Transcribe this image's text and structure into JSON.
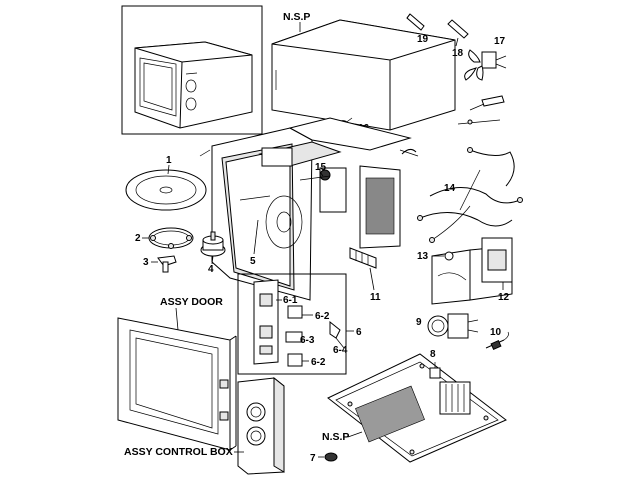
{
  "diagram": {
    "part_labels": {
      "p1": "1",
      "p2": "2",
      "p3": "3",
      "p4": "4",
      "p5": "5",
      "p6": "6",
      "p6_1": "6-1",
      "p6_2a": "6-2",
      "p6_2b": "6-2",
      "p6_3": "6-3",
      "p6_4": "6-4",
      "p7": "7",
      "p8": "8",
      "p9": "9",
      "p10": "10",
      "p11": "11",
      "p12": "12",
      "p13": "13",
      "p14": "14",
      "p15": "15",
      "p16": "16",
      "p17": "17",
      "p18": "18",
      "p19": "19"
    },
    "nsp_top": "N.S.P",
    "nsp_bottom": "N.S.P",
    "assy_door": "ASSY DOOR",
    "assy_control_box": "ASSY CONTROL BOX"
  }
}
